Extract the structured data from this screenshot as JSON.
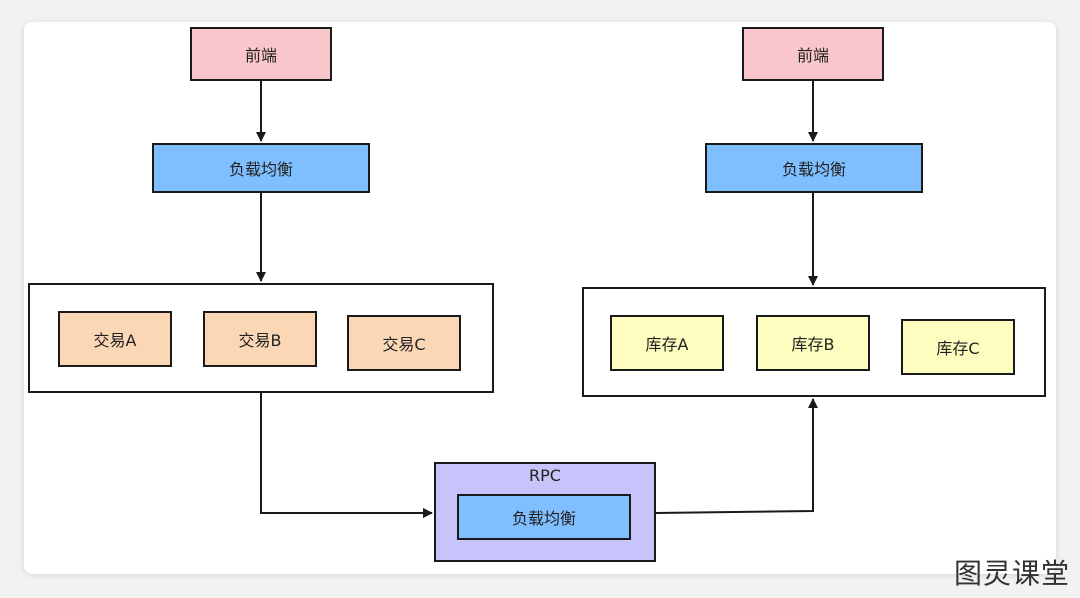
{
  "left_column": {
    "frontend": "前端",
    "load_balancer": "负载均衡",
    "services": [
      "交易A",
      "交易B",
      "交易C"
    ]
  },
  "right_column": {
    "frontend": "前端",
    "load_balancer": "负载均衡",
    "services": [
      "库存A",
      "库存B",
      "库存C"
    ]
  },
  "rpc": {
    "label": "RPC",
    "load_balancer": "负载均衡"
  },
  "watermark": "图灵课堂",
  "colors": {
    "frontend": "#f9c6cb",
    "load_balancer": "#7fbfff",
    "trade_service": "#fbd7b6",
    "stock_service": "#fdfdbf",
    "rpc_container": "#c7c3fb"
  }
}
